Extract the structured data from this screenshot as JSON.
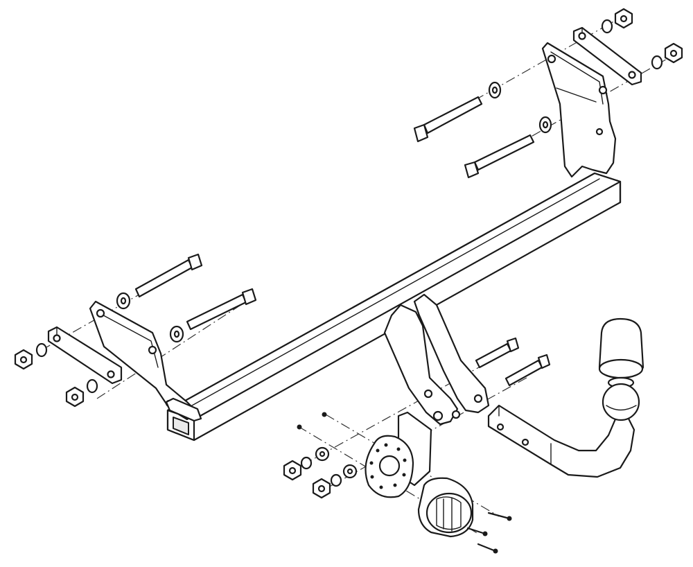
{
  "diagram": {
    "kind": "exploded-view-line-drawing",
    "colors": {
      "line": "#1a1a1a",
      "background": "#ffffff",
      "shade": "#e9e9e9"
    },
    "parts": [
      "crossbar",
      "left-side-bracket",
      "right-side-bracket",
      "left-clamp-plate",
      "right-clamp-plate",
      "center-mount-plates",
      "tow-ball-neck",
      "tow-ball",
      "socket-mounting-plate",
      "electrical-socket",
      "bolts",
      "washers",
      "nuts"
    ]
  }
}
